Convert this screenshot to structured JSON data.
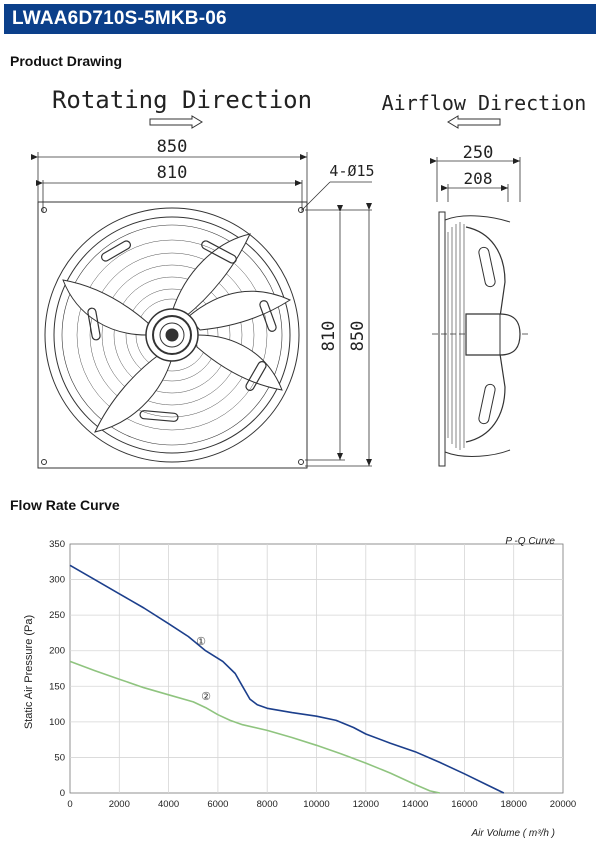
{
  "header": {
    "model": "LWAA6D710S-5MKB-06"
  },
  "drawing": {
    "section_title": "Product Drawing",
    "rotating_label": "Rotating Direction",
    "airflow_label": "Airflow Direction",
    "dims": {
      "width_850": "850",
      "width_810": "810",
      "holes": "4-Ø15",
      "depth_250": "250",
      "depth_208": "208",
      "height_810": "810",
      "height_850": "850"
    }
  },
  "flow": {
    "section_title": "Flow Rate Curve",
    "curve_label": "P -Q Curve",
    "marker_1": "①",
    "marker_2": "②"
  },
  "chart_data": {
    "type": "line",
    "title": "P -Q Curve",
    "xlabel": "Air Volume ( m³/h )",
    "ylabel": "Static Air Pressure  (Pa)",
    "xlim": [
      0,
      20000
    ],
    "ylim": [
      0,
      350
    ],
    "x_ticks": [
      "0",
      "2000",
      "4000",
      "6000",
      "8000",
      "10000",
      "12000",
      "14000",
      "16000",
      "18000",
      "20000"
    ],
    "y_ticks": [
      "0",
      "50",
      "100",
      "150",
      "200",
      "250",
      "300",
      "350"
    ],
    "grid": true,
    "series": [
      {
        "name": "①",
        "color": "#1c3f8c",
        "x": [
          0,
          1000,
          2000,
          3000,
          4000,
          4800,
          5500,
          6200,
          6700,
          7000,
          7300,
          7600,
          8000,
          9000,
          10000,
          10800,
          11500,
          12000,
          13000,
          14000,
          15000,
          16000,
          17000,
          17600
        ],
        "y": [
          320,
          300,
          280,
          260,
          238,
          220,
          200,
          185,
          168,
          150,
          132,
          124,
          119,
          113,
          108,
          102,
          92,
          83,
          70,
          58,
          43,
          27,
          10,
          0
        ]
      },
      {
        "name": "②",
        "color": "#8fc47f",
        "x": [
          0,
          1000,
          2000,
          3000,
          4000,
          5000,
          5500,
          6000,
          6500,
          7000,
          8000,
          9000,
          10000,
          11000,
          12000,
          13000,
          14000,
          14600,
          15000
        ],
        "y": [
          185,
          172,
          160,
          148,
          138,
          128,
          120,
          110,
          102,
          96,
          88,
          78,
          67,
          55,
          42,
          28,
          12,
          3,
          0
        ]
      }
    ]
  }
}
